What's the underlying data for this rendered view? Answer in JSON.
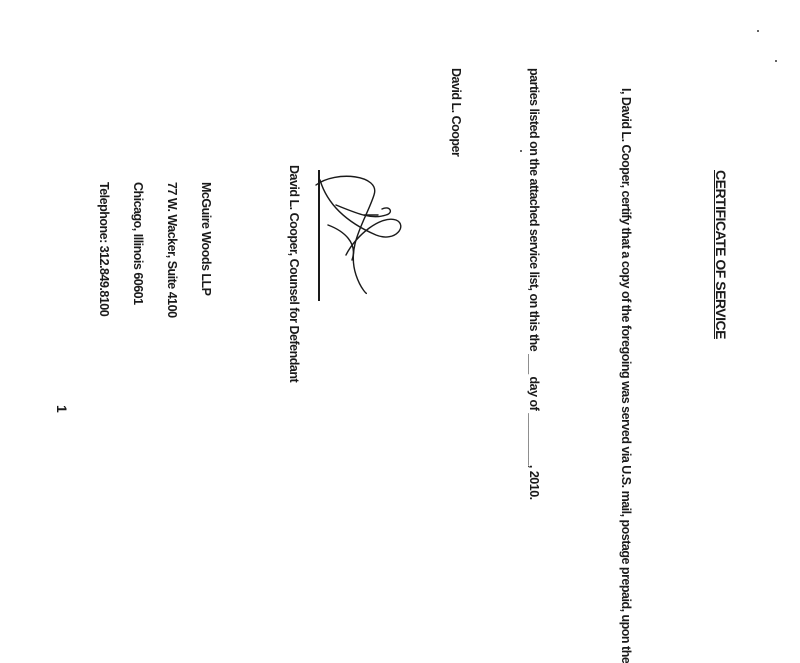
{
  "certificate": {
    "heading": "CERTIFICATE OF SERVICE",
    "body_line_1": "I, David L. Cooper, certify that a copy of the foregoing was served via U.S. mail, postage prepaid, upon the",
    "body_line_2": "parties listed on the attached service list, on this the ___ day of ________, 2010.",
    "closing": "David L. Cooper",
    "signature_name": "David L. Cooper, Counsel for Defendant",
    "signature_label": "signature",
    "address_lines": [
      "McGuire Woods LLP",
      "77 W. Wacker, Suite 4100",
      "Chicago, Illinois 60601",
      "Telephone: 312.849.8100"
    ],
    "page_mark": "1"
  }
}
